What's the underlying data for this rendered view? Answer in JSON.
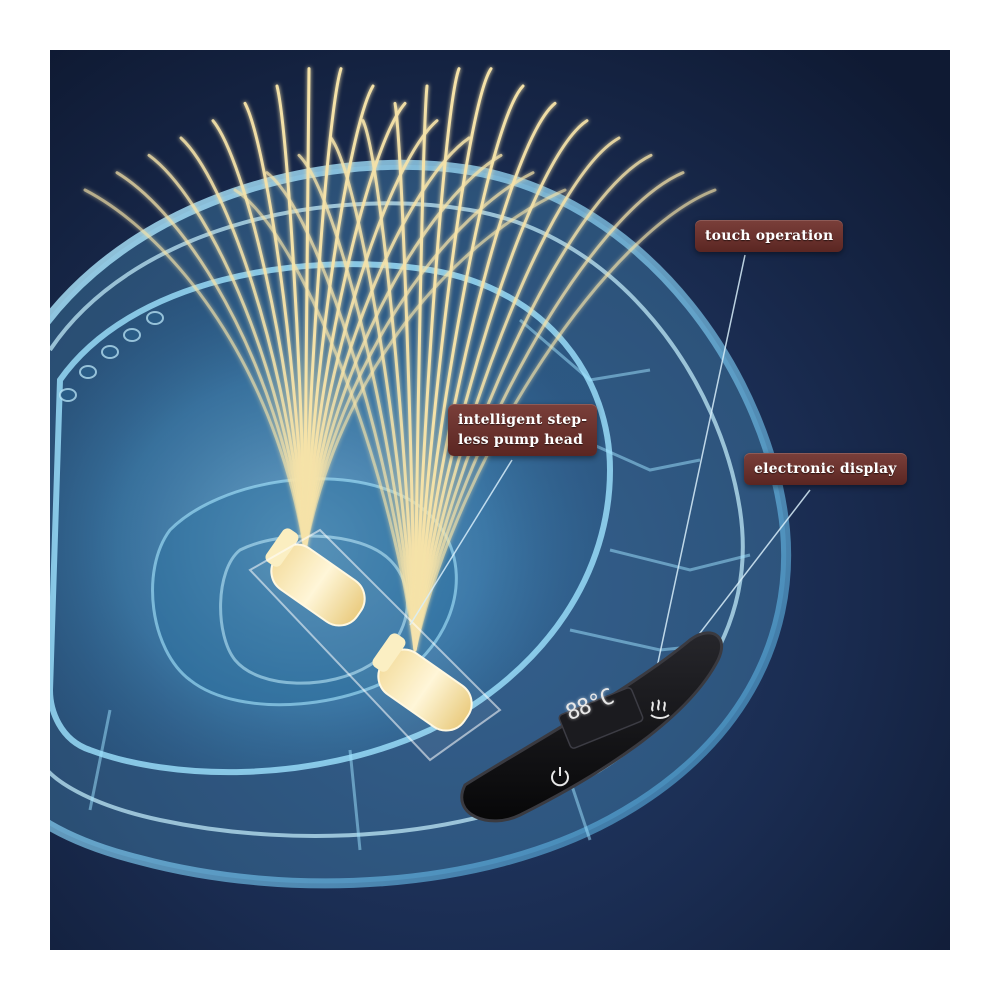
{
  "callouts": {
    "touch_operation": "touch operation",
    "pump_head_line1": "intelligent step-",
    "pump_head_line2": "less pump head",
    "electronic_display": "electronic display"
  },
  "display": {
    "temperature_readout": "88°C"
  },
  "icons": {
    "power": "power-icon",
    "heat_waves": "heat-waves-icon"
  },
  "colors": {
    "background": "#15233f",
    "basin_blue": "#6fc4ee",
    "water_stream": "#f5e2a8",
    "callout_label": "#5b2622",
    "control_panel": "#0d0d10"
  }
}
